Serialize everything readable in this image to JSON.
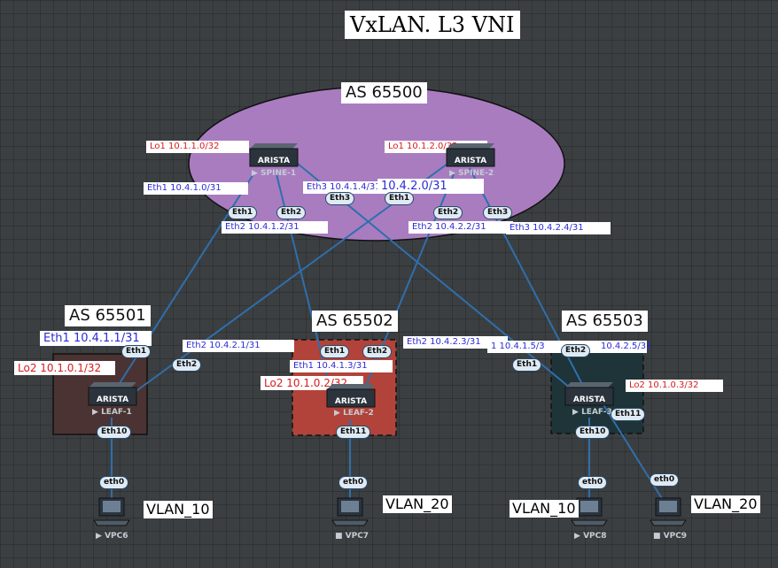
{
  "title": "VxLAN. L3 VNI",
  "spine_as": "AS 65500",
  "leaf_as": [
    "AS 65501",
    "AS 65502",
    "AS 65503"
  ],
  "colors": {
    "background": "#3c3f41",
    "spine_area": "#a97cc0",
    "leaf1_area": "#4a3332",
    "leaf2_area": "#b2433a",
    "leaf3_area": "#1e3438",
    "link": "#2e6fad",
    "ip_text": "#2b2bd6",
    "loopback_text": "#d81b1b"
  },
  "devices": {
    "spine1": {
      "name": "SPINE-1",
      "brand": "ARISTA",
      "icon": "switch-icon"
    },
    "spine2": {
      "name": "SPINE-2",
      "brand": "ARISTA",
      "icon": "switch-icon"
    },
    "leaf1": {
      "name": "LEAF-1",
      "brand": "ARISTA",
      "icon": "switch-icon"
    },
    "leaf2": {
      "name": "LEAF-2",
      "brand": "ARISTA",
      "icon": "switch-icon"
    },
    "leaf3": {
      "name": "LEAF-3",
      "brand": "ARISTA",
      "icon": "switch-icon"
    },
    "vpc6": {
      "name": "VPC6",
      "icon": "computer-icon"
    },
    "vpc7": {
      "name": "VPC7",
      "icon": "computer-icon"
    },
    "vpc8": {
      "name": "VPC8",
      "icon": "computer-icon"
    },
    "vpc9": {
      "name": "VPC9",
      "icon": "computer-icon"
    }
  },
  "ports": {
    "spine1_eth1": "Eth1",
    "spine1_eth2": "Eth2",
    "spine1_eth3": "Eth3",
    "spine2_eth1": "Eth1",
    "spine2_eth2": "Eth2",
    "spine2_eth3": "Eth3",
    "leaf1_eth1": "Eth1",
    "leaf1_eth2": "Eth2",
    "leaf1_eth10": "Eth10",
    "leaf2_eth1": "Eth1",
    "leaf2_eth2": "Eth2",
    "leaf2_eth11": "Eth11",
    "leaf3_eth1": "Eth1",
    "leaf3_eth2": "Eth2",
    "leaf3_eth10": "Eth10",
    "leaf3_eth11": "Eth11",
    "vpc6_eth0": "eth0",
    "vpc7_eth0": "eth0",
    "vpc8_eth0": "eth0",
    "vpc9_eth0": "eth0"
  },
  "labels": {
    "spine1_lo1": "Lo1 10.1.1.0/32",
    "spine2_lo1": "Lo1 10.1.2.0/32",
    "spine1_eth1_ip": "Eth1 10.4.1.0/31",
    "spine1_eth2_ip": "Eth2 10.4.1.2/31",
    "spine1_eth3_ip": "Eth3 10.4.1.4/31",
    "spine2_eth1_ip": "10.4.2.0/31",
    "spine2_eth2_ip": "Eth2 10.4.2.2/31",
    "spine2_eth3_ip": "Eth3 10.4.2.4/31",
    "leaf1_eth1_ip": "Eth1 10.4.1.1/31",
    "leaf1_eth2_ip": "Eth2 10.4.2.1/31",
    "leaf1_lo2": "Lo2 10.1.0.1/32",
    "leaf2_eth1_ip": "Eth1 10.4.1.3/31",
    "leaf2_eth2_ip": "Eth2 10.4.2.3/31",
    "leaf2_lo2": "Lo2 10.1.0.2/32",
    "leaf3_eth1_ip": "1 10.4.1.5/3",
    "leaf3_eth2_ip": "10.4.2.5/31",
    "leaf3_lo2": "Lo2 10.1.0.3/32"
  },
  "vlans": {
    "vpc6": "VLAN_10",
    "vpc7": "VLAN_20",
    "vpc8": "VLAN_10",
    "vpc9": "VLAN_20"
  }
}
